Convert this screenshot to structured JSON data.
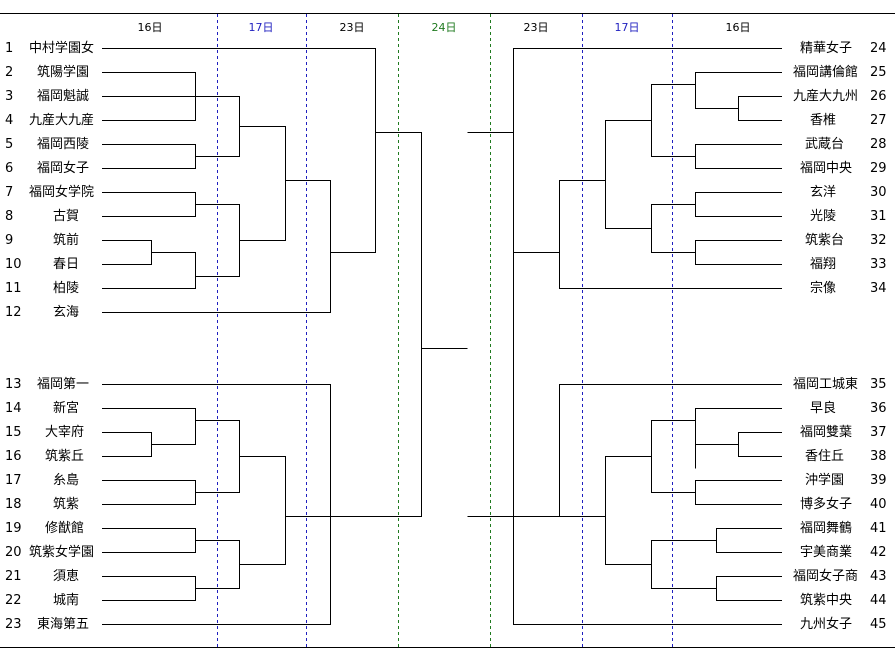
{
  "dates": {
    "l1": "16日",
    "l2": "17日",
    "l3": "23日",
    "c": "24日",
    "r3": "23日",
    "r2": "17日",
    "r1": "16日"
  },
  "colors": {
    "black": "#000000",
    "blue": "#1f1fbf",
    "green": "#1f7a1f"
  },
  "left_teams": [
    {
      "no": "1",
      "name": "中村学園女"
    },
    {
      "no": "2",
      "name": "筑陽学園"
    },
    {
      "no": "3",
      "name": "福岡魁誠"
    },
    {
      "no": "4",
      "name": "九産大九産"
    },
    {
      "no": "5",
      "name": "福岡西陵"
    },
    {
      "no": "6",
      "name": "福岡女子"
    },
    {
      "no": "7",
      "name": "福岡女学院"
    },
    {
      "no": "8",
      "name": "古賀"
    },
    {
      "no": "9",
      "name": "筑前"
    },
    {
      "no": "10",
      "name": "春日"
    },
    {
      "no": "11",
      "name": "柏陵"
    },
    {
      "no": "12",
      "name": "玄海"
    },
    {
      "no": "13",
      "name": "福岡第一"
    },
    {
      "no": "14",
      "name": "新宮"
    },
    {
      "no": "15",
      "name": "大宰府"
    },
    {
      "no": "16",
      "name": "筑紫丘"
    },
    {
      "no": "17",
      "name": "糸島"
    },
    {
      "no": "18",
      "name": "筑紫"
    },
    {
      "no": "19",
      "name": "修猷館"
    },
    {
      "no": "20",
      "name": "筑紫女学園"
    },
    {
      "no": "21",
      "name": "須恵"
    },
    {
      "no": "22",
      "name": "城南"
    },
    {
      "no": "23",
      "name": "東海第五"
    }
  ],
  "right_teams": [
    {
      "no": "24",
      "name": "精華女子"
    },
    {
      "no": "25",
      "name": "福岡講倫館"
    },
    {
      "no": "26",
      "name": "九産大九州"
    },
    {
      "no": "27",
      "name": "香椎"
    },
    {
      "no": "28",
      "name": "武蔵台"
    },
    {
      "no": "29",
      "name": "福岡中央"
    },
    {
      "no": "30",
      "name": "玄洋"
    },
    {
      "no": "31",
      "name": "光陵"
    },
    {
      "no": "32",
      "name": "筑紫台"
    },
    {
      "no": "33",
      "name": "福翔"
    },
    {
      "no": "34",
      "name": "宗像"
    },
    {
      "no": "35",
      "name": "福岡工城東"
    },
    {
      "no": "36",
      "name": "早良"
    },
    {
      "no": "37",
      "name": "福岡雙葉"
    },
    {
      "no": "38",
      "name": "香住丘"
    },
    {
      "no": "39",
      "name": "沖学園"
    },
    {
      "no": "40",
      "name": "博多女子"
    },
    {
      "no": "41",
      "name": "福岡舞鶴"
    },
    {
      "no": "42",
      "name": "宇美商業"
    },
    {
      "no": "43",
      "name": "福岡女子商"
    },
    {
      "no": "44",
      "name": "筑紫中央"
    },
    {
      "no": "45",
      "name": "九州女子"
    }
  ]
}
